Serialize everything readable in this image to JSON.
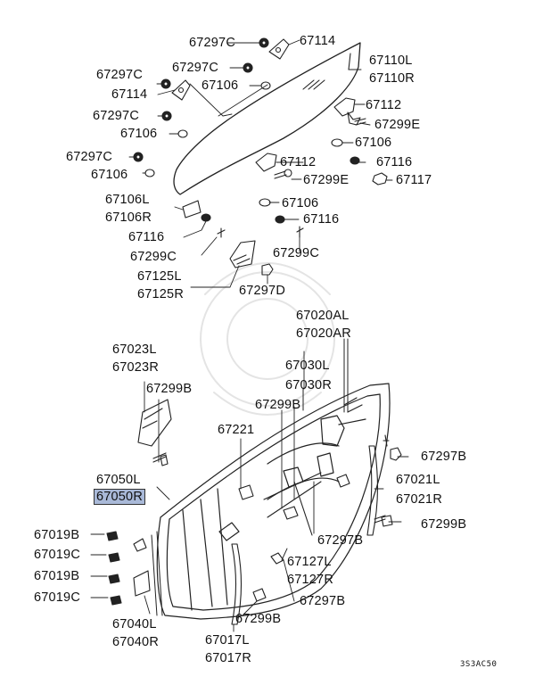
{
  "diagram": {
    "highlight_part": "67050R",
    "code": "3S3AC50",
    "labels": [
      {
        "id": "l67297c_1",
        "text": "67297C"
      },
      {
        "id": "l67114_1",
        "text": "67114"
      },
      {
        "id": "l67110l",
        "text": "67110L"
      },
      {
        "id": "l67110r",
        "text": "67110R"
      },
      {
        "id": "l67297c_2",
        "text": "67297C"
      },
      {
        "id": "l67297c_3",
        "text": "67297C"
      },
      {
        "id": "l67114_2",
        "text": "67114"
      },
      {
        "id": "l67106_1",
        "text": "67106"
      },
      {
        "id": "l67112_1",
        "text": "67112"
      },
      {
        "id": "l67297c_4",
        "text": "67297C"
      },
      {
        "id": "l67299e_1",
        "text": "67299E"
      },
      {
        "id": "l67106_2",
        "text": "67106"
      },
      {
        "id": "l67106_3",
        "text": "67106"
      },
      {
        "id": "l67297c_5",
        "text": "67297C"
      },
      {
        "id": "l67112_2",
        "text": "67112"
      },
      {
        "id": "l67116_1",
        "text": "67116"
      },
      {
        "id": "l67106_4",
        "text": "67106"
      },
      {
        "id": "l67299e_2",
        "text": "67299E"
      },
      {
        "id": "l67117",
        "text": "67117"
      },
      {
        "id": "l67106l",
        "text": "67106L"
      },
      {
        "id": "l67106_5",
        "text": "67106"
      },
      {
        "id": "l67106r",
        "text": "67106R"
      },
      {
        "id": "l67116_2",
        "text": "67116"
      },
      {
        "id": "l67116_3",
        "text": "67116"
      },
      {
        "id": "l67299c_1",
        "text": "67299C"
      },
      {
        "id": "l67299c_2",
        "text": "67299C"
      },
      {
        "id": "l67125l",
        "text": "67125L"
      },
      {
        "id": "l67125r",
        "text": "67125R"
      },
      {
        "id": "l67297d",
        "text": "67297D"
      },
      {
        "id": "l67020al",
        "text": "67020AL"
      },
      {
        "id": "l67020ar",
        "text": "67020AR"
      },
      {
        "id": "l67023l",
        "text": "67023L"
      },
      {
        "id": "l67023r",
        "text": "67023R"
      },
      {
        "id": "l67030l",
        "text": "67030L"
      },
      {
        "id": "l67030r",
        "text": "67030R"
      },
      {
        "id": "l67299b_1",
        "text": "67299B"
      },
      {
        "id": "l67299b_2",
        "text": "67299B"
      },
      {
        "id": "l67221",
        "text": "67221"
      },
      {
        "id": "l67297b_1",
        "text": "67297B"
      },
      {
        "id": "l67050l",
        "text": "67050L"
      },
      {
        "id": "l67050r",
        "text": "67050R"
      },
      {
        "id": "l67021l",
        "text": "67021L"
      },
      {
        "id": "l67021r",
        "text": "67021R"
      },
      {
        "id": "l67299b_3",
        "text": "67299B"
      },
      {
        "id": "l67019b_1",
        "text": "67019B"
      },
      {
        "id": "l67297b_2",
        "text": "67297B"
      },
      {
        "id": "l67019c_1",
        "text": "67019C"
      },
      {
        "id": "l67127l",
        "text": "67127L"
      },
      {
        "id": "l67019b_2",
        "text": "67019B"
      },
      {
        "id": "l67127r",
        "text": "67127R"
      },
      {
        "id": "l67297b_3",
        "text": "67297B"
      },
      {
        "id": "l67019c_2",
        "text": "67019C"
      },
      {
        "id": "l67040l",
        "text": "67040L"
      },
      {
        "id": "l67299b_4",
        "text": "67299B"
      },
      {
        "id": "l67040r",
        "text": "67040R"
      },
      {
        "id": "l67017l",
        "text": "67017L"
      },
      {
        "id": "l67017r",
        "text": "67017R"
      }
    ]
  }
}
